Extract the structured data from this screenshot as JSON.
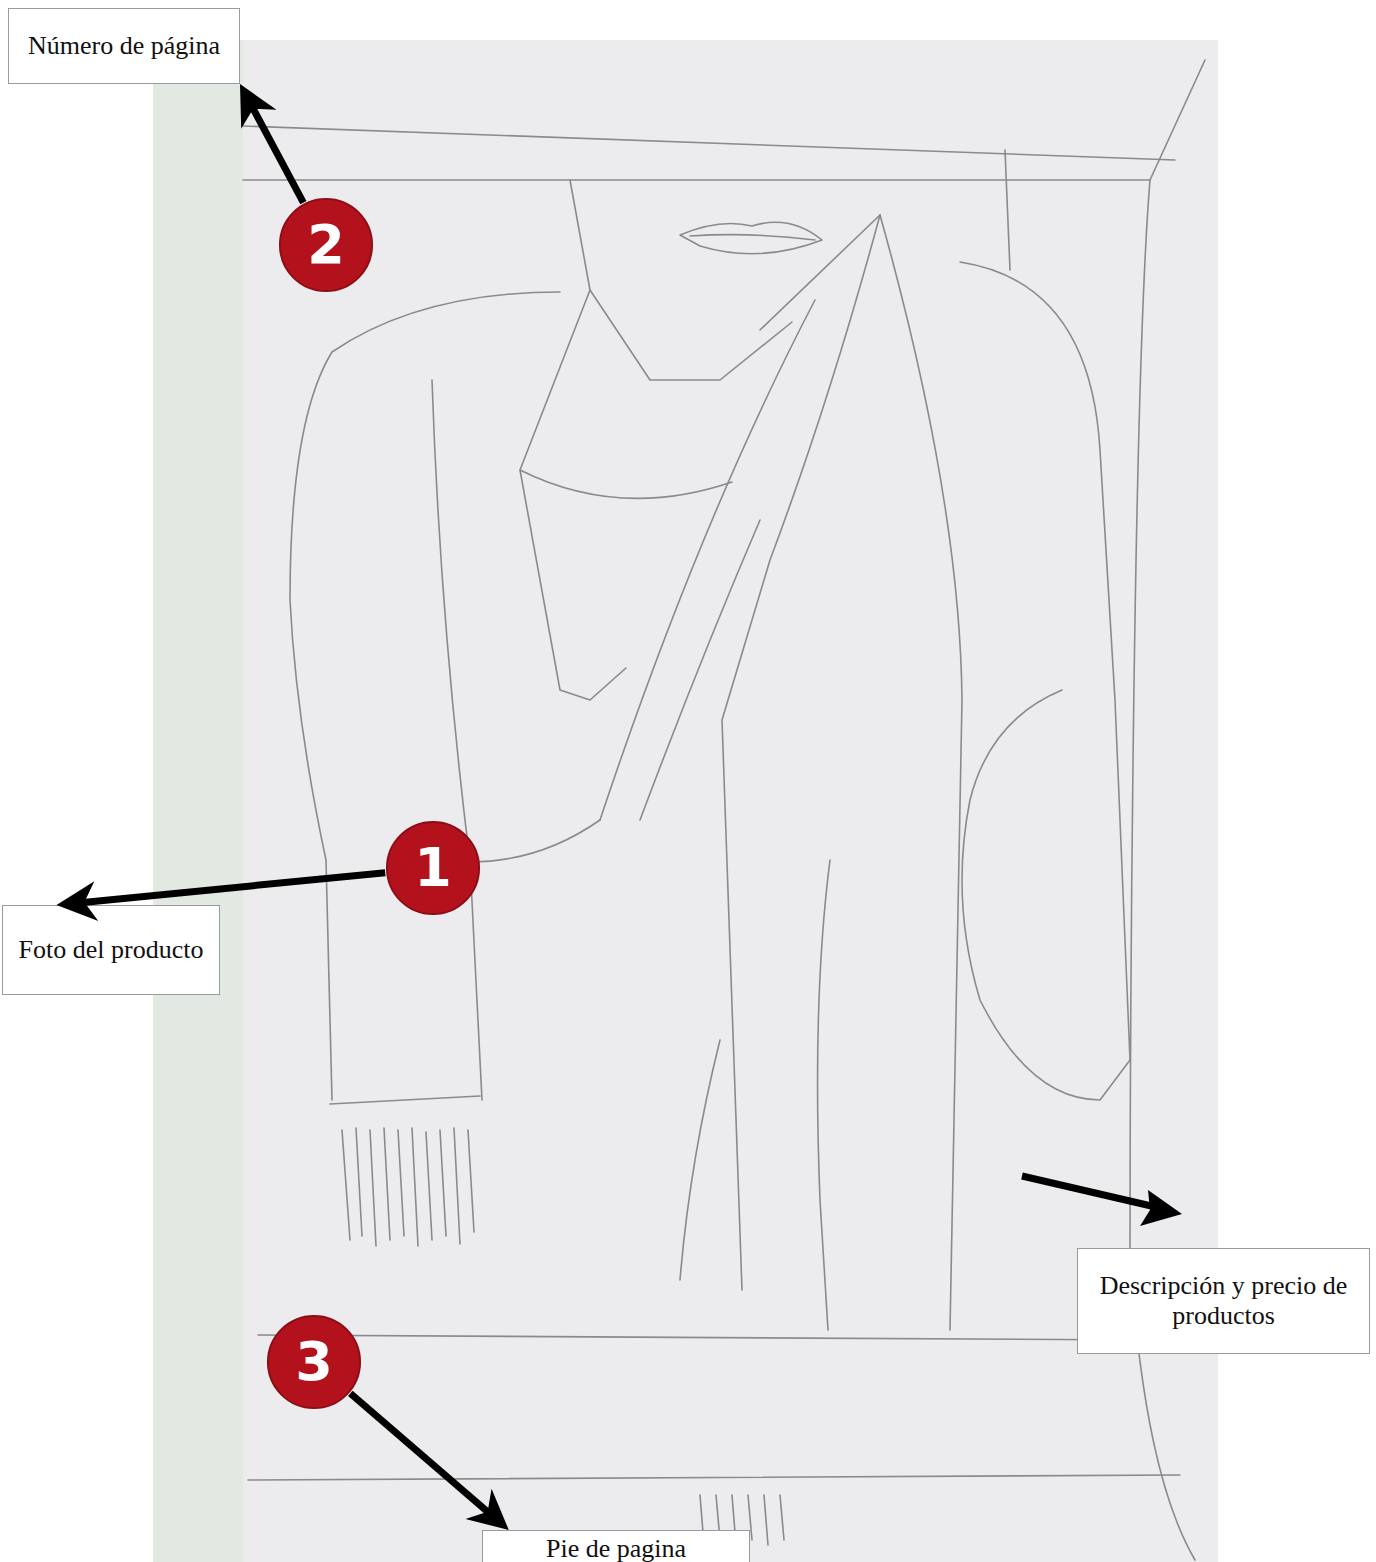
{
  "diagram": {
    "nodes": [
      {
        "text": [
          "Número de página"
        ]
      },
      {
        "text": [
          "2"
        ]
      },
      {
        "text": [
          "1"
        ]
      },
      {
        "text": [
          "Foto del producto"
        ]
      },
      {
        "text": [
          "Descripción y precio de productos"
        ]
      },
      {
        "text": [
          "3"
        ]
      },
      {
        "text": [
          "Pie de pagina"
        ]
      }
    ],
    "edges": [
      {
        "from": 1,
        "to": 0,
        "arrow": "to"
      },
      {
        "from": 2,
        "to": 3,
        "arrow": "to"
      },
      {
        "from": 5,
        "to": 6,
        "arrow": "to"
      }
    ]
  }
}
